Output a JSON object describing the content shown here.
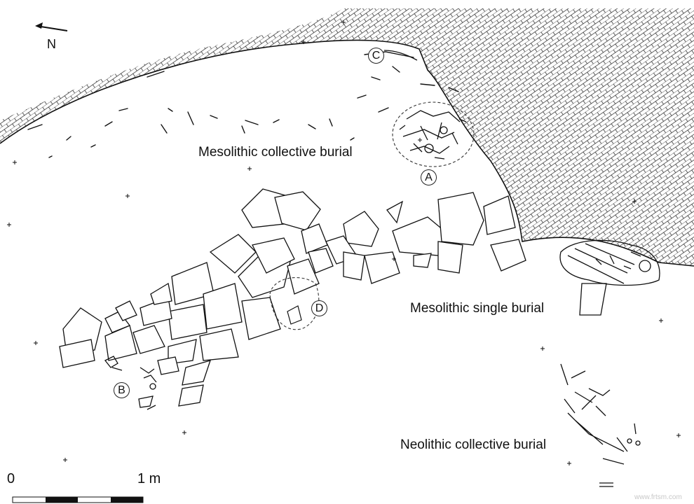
{
  "north": {
    "label": "N"
  },
  "labels": {
    "mesolithic_collective": "Mesolithic collective burial",
    "mesolithic_single": "Mesolithic single burial",
    "neolithic_collective": "Neolithic collective burial"
  },
  "markers": {
    "a": "A",
    "b": "B",
    "c": "C",
    "d": "D"
  },
  "scale": {
    "start": "0",
    "end": "1 m"
  },
  "watermark": "www.frtsm.com",
  "colors": {
    "ink": "#111111",
    "background": "#ffffff"
  }
}
